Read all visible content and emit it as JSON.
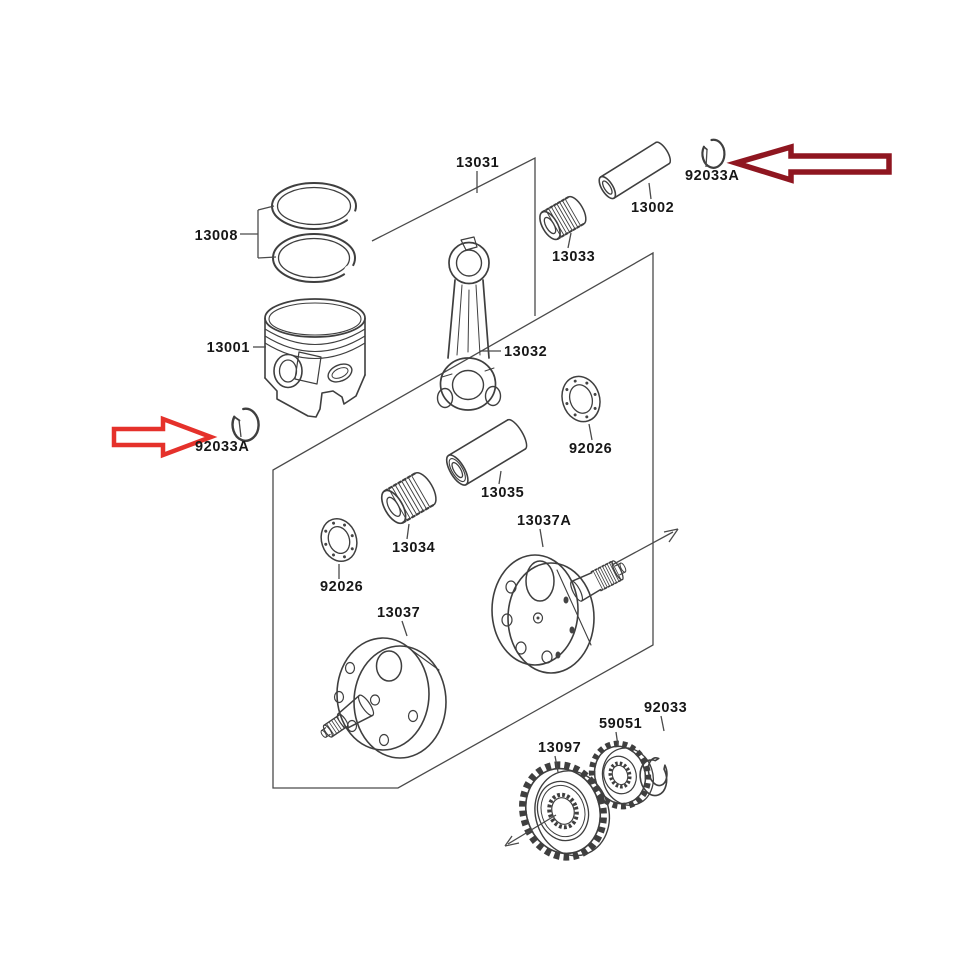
{
  "diagram": {
    "type": "exploded-parts-diagram",
    "subject": "engine crankshaft and piston assembly",
    "labels": {
      "assembly_box": "13031",
      "piston_rings": "13008",
      "piston": "13001",
      "pin_clip_left": "92033A",
      "pin_clip_right": "92033A",
      "connecting_rod": "13032",
      "small_end_bearing": "13033",
      "piston_pin": "13002",
      "thrust_washer_upper": "92026",
      "crank_pin": "13035",
      "big_end_bearing": "13034",
      "thrust_washer_lower": "92026",
      "crank_half_left": "13037",
      "crank_half_right": "13037A",
      "gear_large": "13097",
      "gear_small": "59051",
      "snap_ring": "92033"
    },
    "colors": {
      "arrow_left_red": "#e5312b",
      "arrow_right_maroon": "#8f1620",
      "line_gray": "#4a4a4a"
    }
  }
}
